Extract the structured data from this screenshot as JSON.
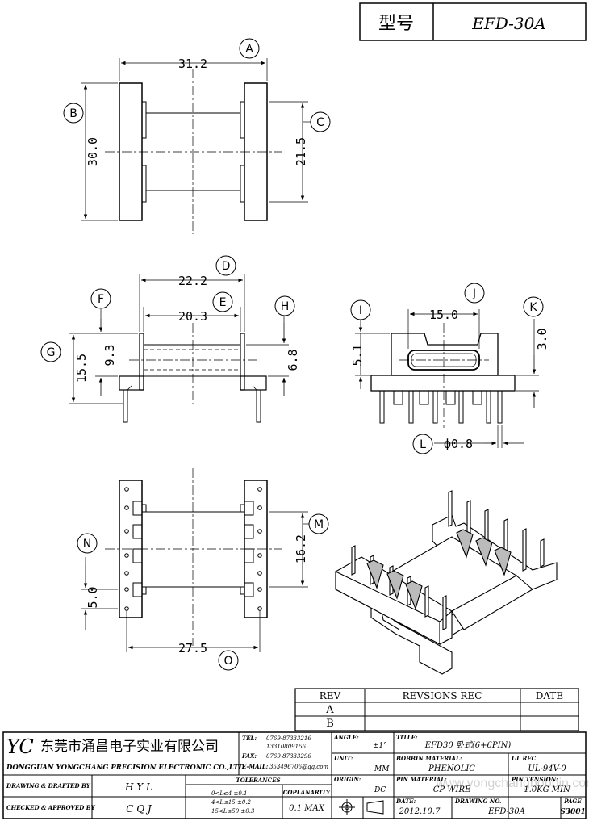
{
  "part_header": {
    "label": "型号",
    "value": "EFD-30A"
  },
  "dimensions": {
    "A": {
      "letter": "A",
      "value": "31.2"
    },
    "B": {
      "letter": "B",
      "value": "30.0"
    },
    "C": {
      "letter": "C",
      "value": "21.5"
    },
    "D": {
      "letter": "D",
      "value": "22.2"
    },
    "E": {
      "letter": "E",
      "value": "20.3"
    },
    "F": {
      "letter": "F",
      "value": "9.3"
    },
    "G": {
      "letter": "G",
      "value": "15.5"
    },
    "H": {
      "letter": "H",
      "value": "6.8"
    },
    "I": {
      "letter": "I",
      "value": "5.1"
    },
    "J": {
      "letter": "J",
      "value": "15.0"
    },
    "K": {
      "letter": "K",
      "value": "3.0"
    },
    "L": {
      "letter": "L",
      "value": "ф0.8"
    },
    "M": {
      "letter": "M",
      "value": "16.2"
    },
    "N": {
      "letter": "N",
      "value": "5.0"
    },
    "O": {
      "letter": "O",
      "value": "27.5"
    }
  },
  "revision_table": {
    "headers": [
      "REV",
      "REVSIONS REC",
      "DATE"
    ],
    "rows": [
      {
        "rev": "A"
      },
      {
        "rev": "B"
      }
    ]
  },
  "title_block": {
    "company_logo": "YC",
    "company_cn": "东莞市涌昌电子实业有限公司",
    "company_en": "DONGGUAN YONGCHANG PRECISION ELECTRONIC CO.,LTD",
    "contact": {
      "tel_label": "TEL:",
      "tel1": "0769-87333216",
      "tel2": "13310809156",
      "fax_label": "FAX:",
      "fax": "0769-87333296",
      "email_label": "E-MAIL:",
      "email": "353496706@qq.com"
    },
    "angle_label": "ANGLE:",
    "angle_value": "±1°",
    "title_label": "TITLE:",
    "title_value": "EFD30 卧式(6+6PIN)",
    "unit_label": "UNIT:",
    "unit_value": "MM",
    "bobbin_material_label": "BOBBIN MATERIAL:",
    "bobbin_material_value": "PHENOLIC",
    "ul_rec_label": "UL REC.",
    "ul_rec_value": "UL-94V-0",
    "origin_label": "ORIGIN:",
    "origin_value": "DC",
    "pin_material_label": "PIN MATERIAL:",
    "pin_material_value": "CP WIRE",
    "pin_tension_label": "PIN TENSION:",
    "pin_tension_value": "1.0KG MIN",
    "drawn_label": "DRAWING & DRAFTED BY",
    "drawn_value": "H Y L",
    "checked_label": "CHECKED & APPROVED BY",
    "checked_value": "C Q J",
    "tolerances_label": "TOLERANCES",
    "tol1": "0<L≤4   ±0.1",
    "tol2": "4<L≤15  ±0.2",
    "tol3": "15<L≤50  ±0.3",
    "coplanarity_label": "COPLANARITY",
    "coplanarity_value": "0.1 MAX",
    "date_label": "DATE:",
    "date_value": "2012.10.7",
    "drawing_no_label": "DRAWING NO.",
    "drawing_no_value": "EFD-30A",
    "page_label": "PAGE",
    "page_value": "S3001",
    "watermark": "www.yongchangbobbin.com"
  }
}
